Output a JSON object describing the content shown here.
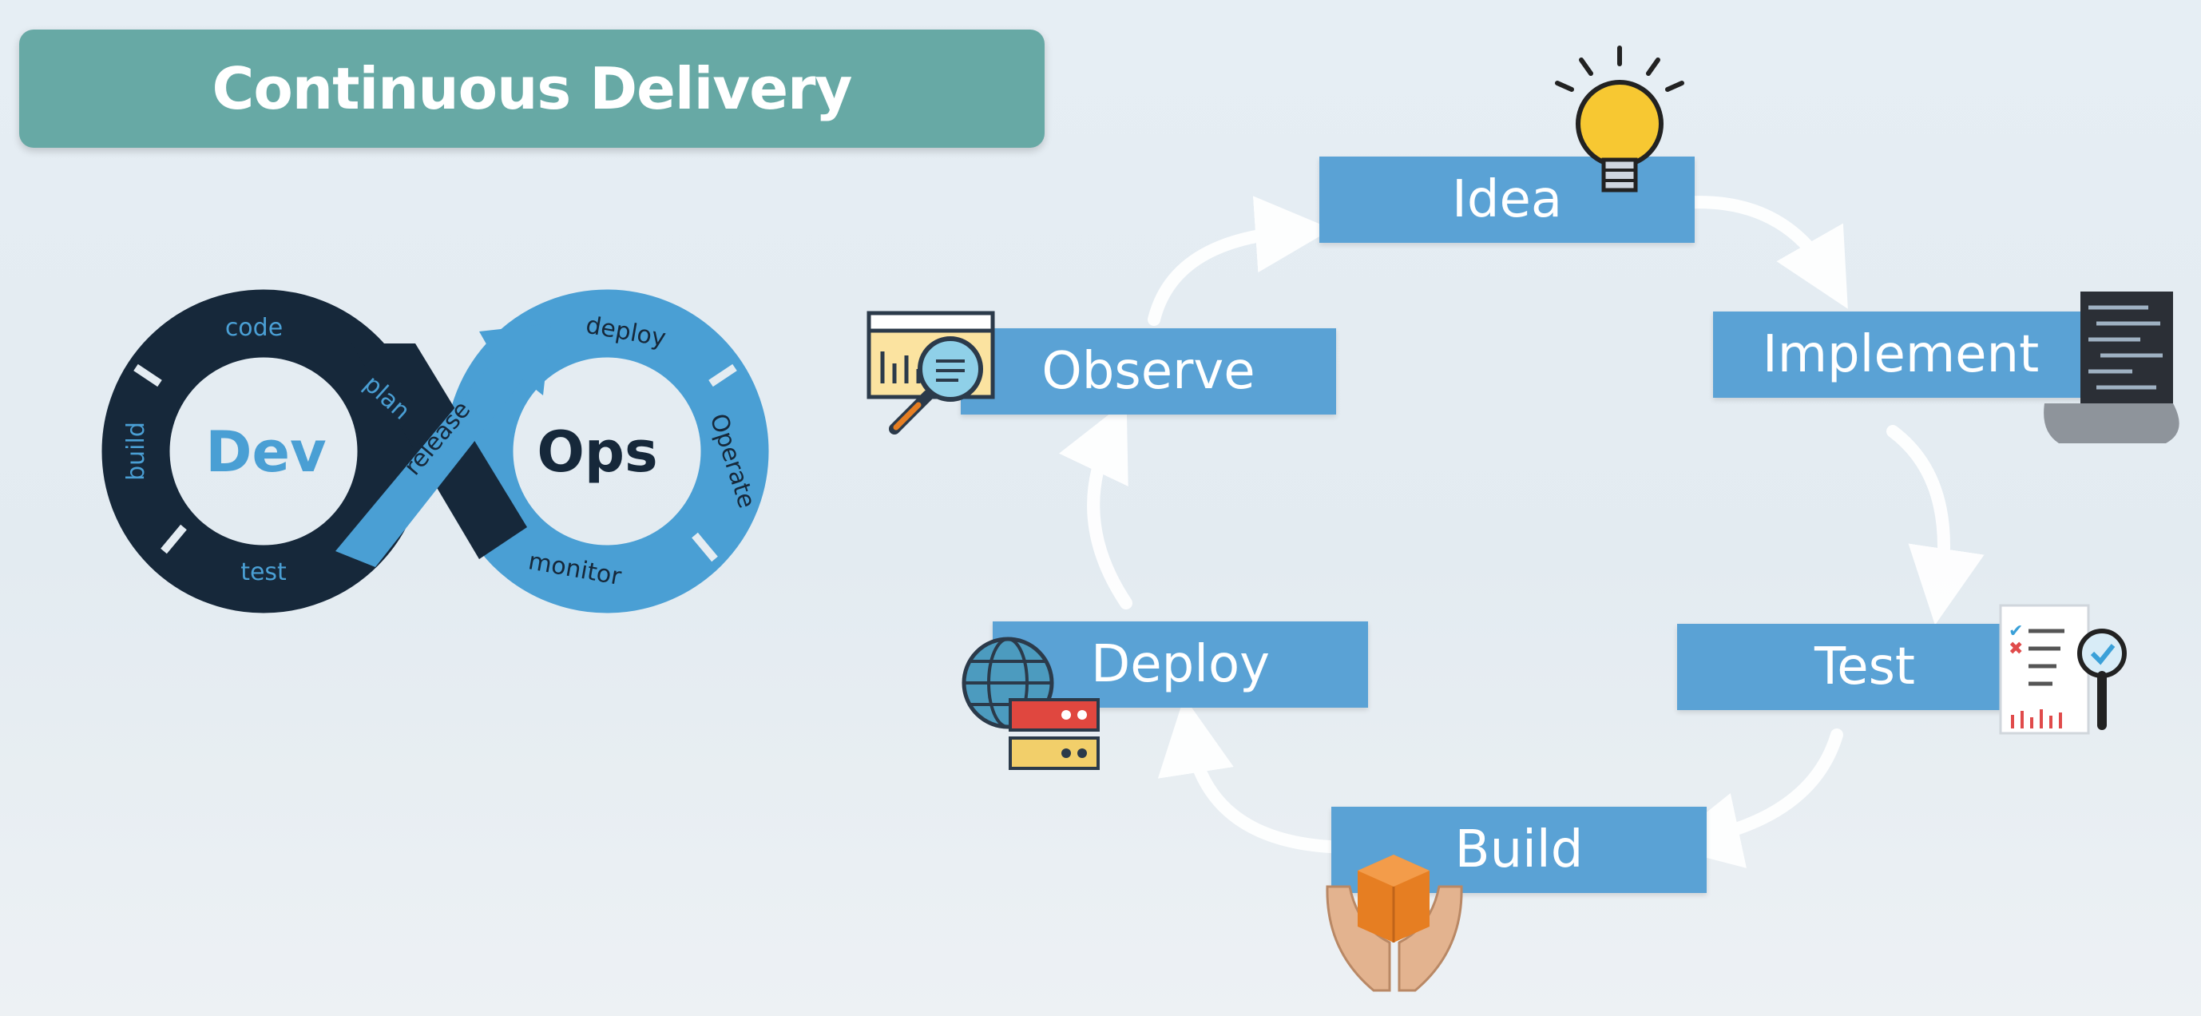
{
  "title": "Continuous Delivery",
  "devops_logo": {
    "dev_label": "Dev",
    "ops_label": "Ops",
    "steps": {
      "code": "code",
      "plan": "plan",
      "build": "build",
      "test": "test",
      "release": "release",
      "deploy": "deploy",
      "operate": "Operate",
      "monitor": "monitor"
    }
  },
  "cycle": {
    "idea": "Idea",
    "implement": "Implement",
    "test": "Test",
    "build": "Build",
    "deploy": "Deploy",
    "observe": "Observe"
  },
  "colors": {
    "banner": "#67a9a5",
    "stage_box": "#5aa2d5",
    "dev_dark": "#16283a",
    "ops_blue": "#4a9fd4",
    "arrow": "#ffffff"
  },
  "icons": [
    "lightbulb-icon",
    "code-scroll-icon",
    "test-report-icon",
    "package-hands-icon",
    "server-globe-icon",
    "analytics-magnifier-icon"
  ]
}
